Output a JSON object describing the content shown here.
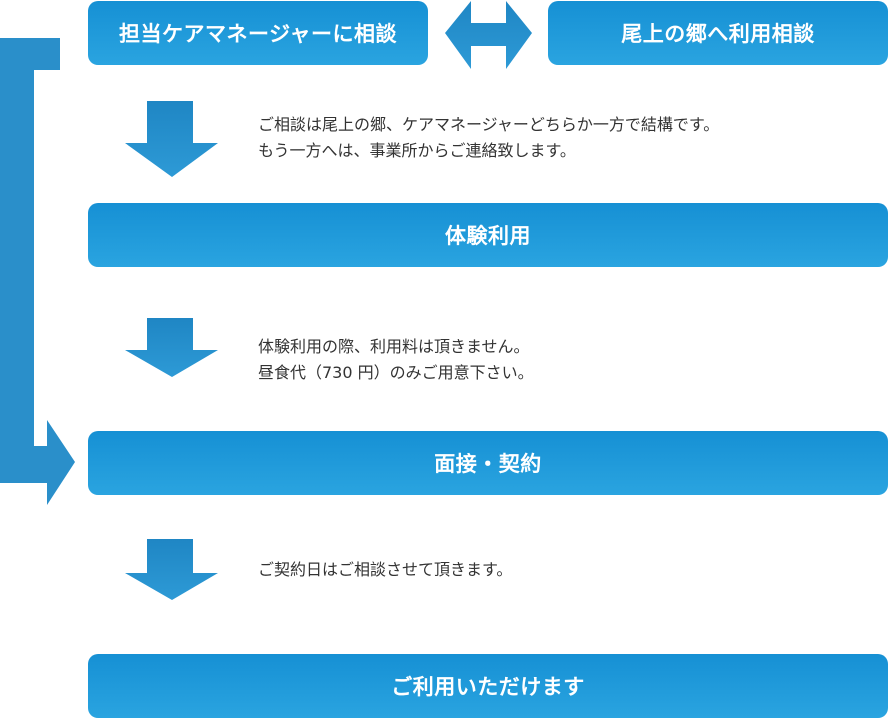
{
  "boxes": {
    "care_manager": "担当ケアマネージャーに相談",
    "ogami": "尾上の郷へ利用相談",
    "trial": "体験利用",
    "contract": "面接・契約",
    "start": "ご利用いただけます"
  },
  "notes": {
    "consult": [
      "ご相談は尾上の郷、ケアマネージャーどちらか一方で結構です。",
      "もう一方へは、事業所からご連絡致します。"
    ],
    "trial": [
      "体験利用の際、利用料は頂きません。",
      "昼食代（730 円）のみご用意下さい。"
    ],
    "contract": [
      "ご契約日はご相談させて頂きます。"
    ]
  },
  "colors": {
    "box_top": "#1690d4",
    "box_bottom": "#2aa4e0",
    "arrow": "#2a8fca",
    "text": "#333333"
  }
}
